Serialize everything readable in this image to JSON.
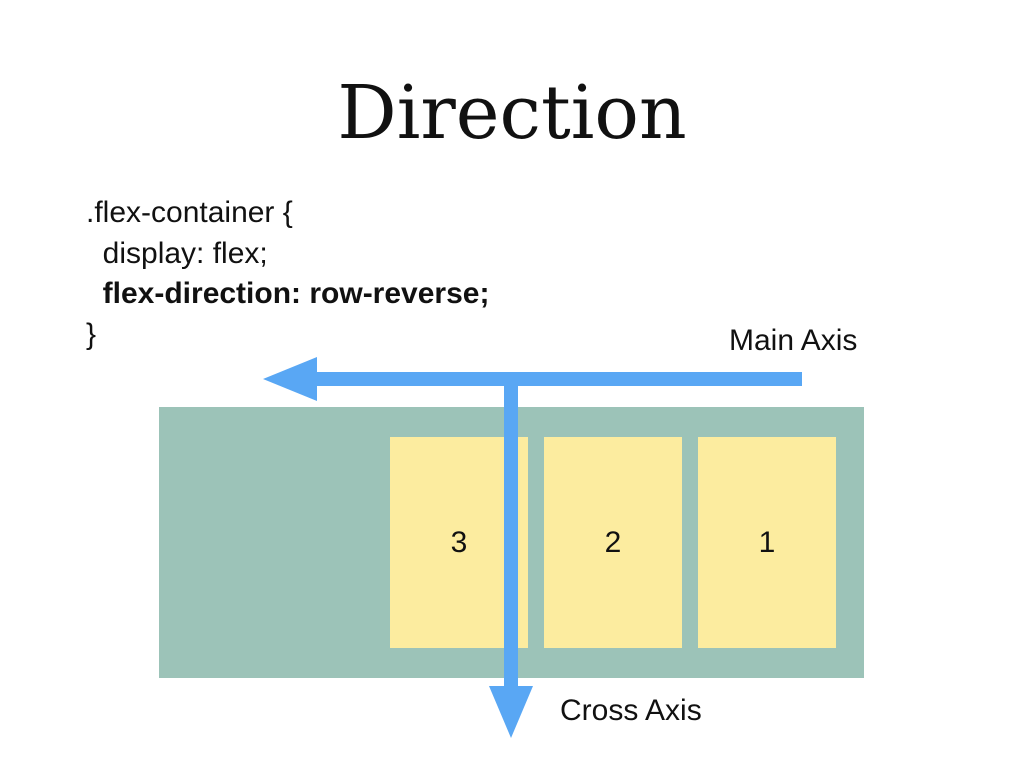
{
  "title": "Direction",
  "code": {
    "lines": [
      ".flex-container {",
      "  display: flex;",
      "  flex-direction: row-reverse;",
      "}"
    ]
  },
  "items": [
    {
      "label": "3"
    },
    {
      "label": "2"
    },
    {
      "label": "1"
    }
  ],
  "axes": {
    "main_label": "Main Axis",
    "cross_label": "Cross Axis"
  },
  "colors": {
    "container": "#9cc3b8",
    "item": "#fcec9f",
    "arrow": "#59a7f4",
    "text": "#111111"
  }
}
